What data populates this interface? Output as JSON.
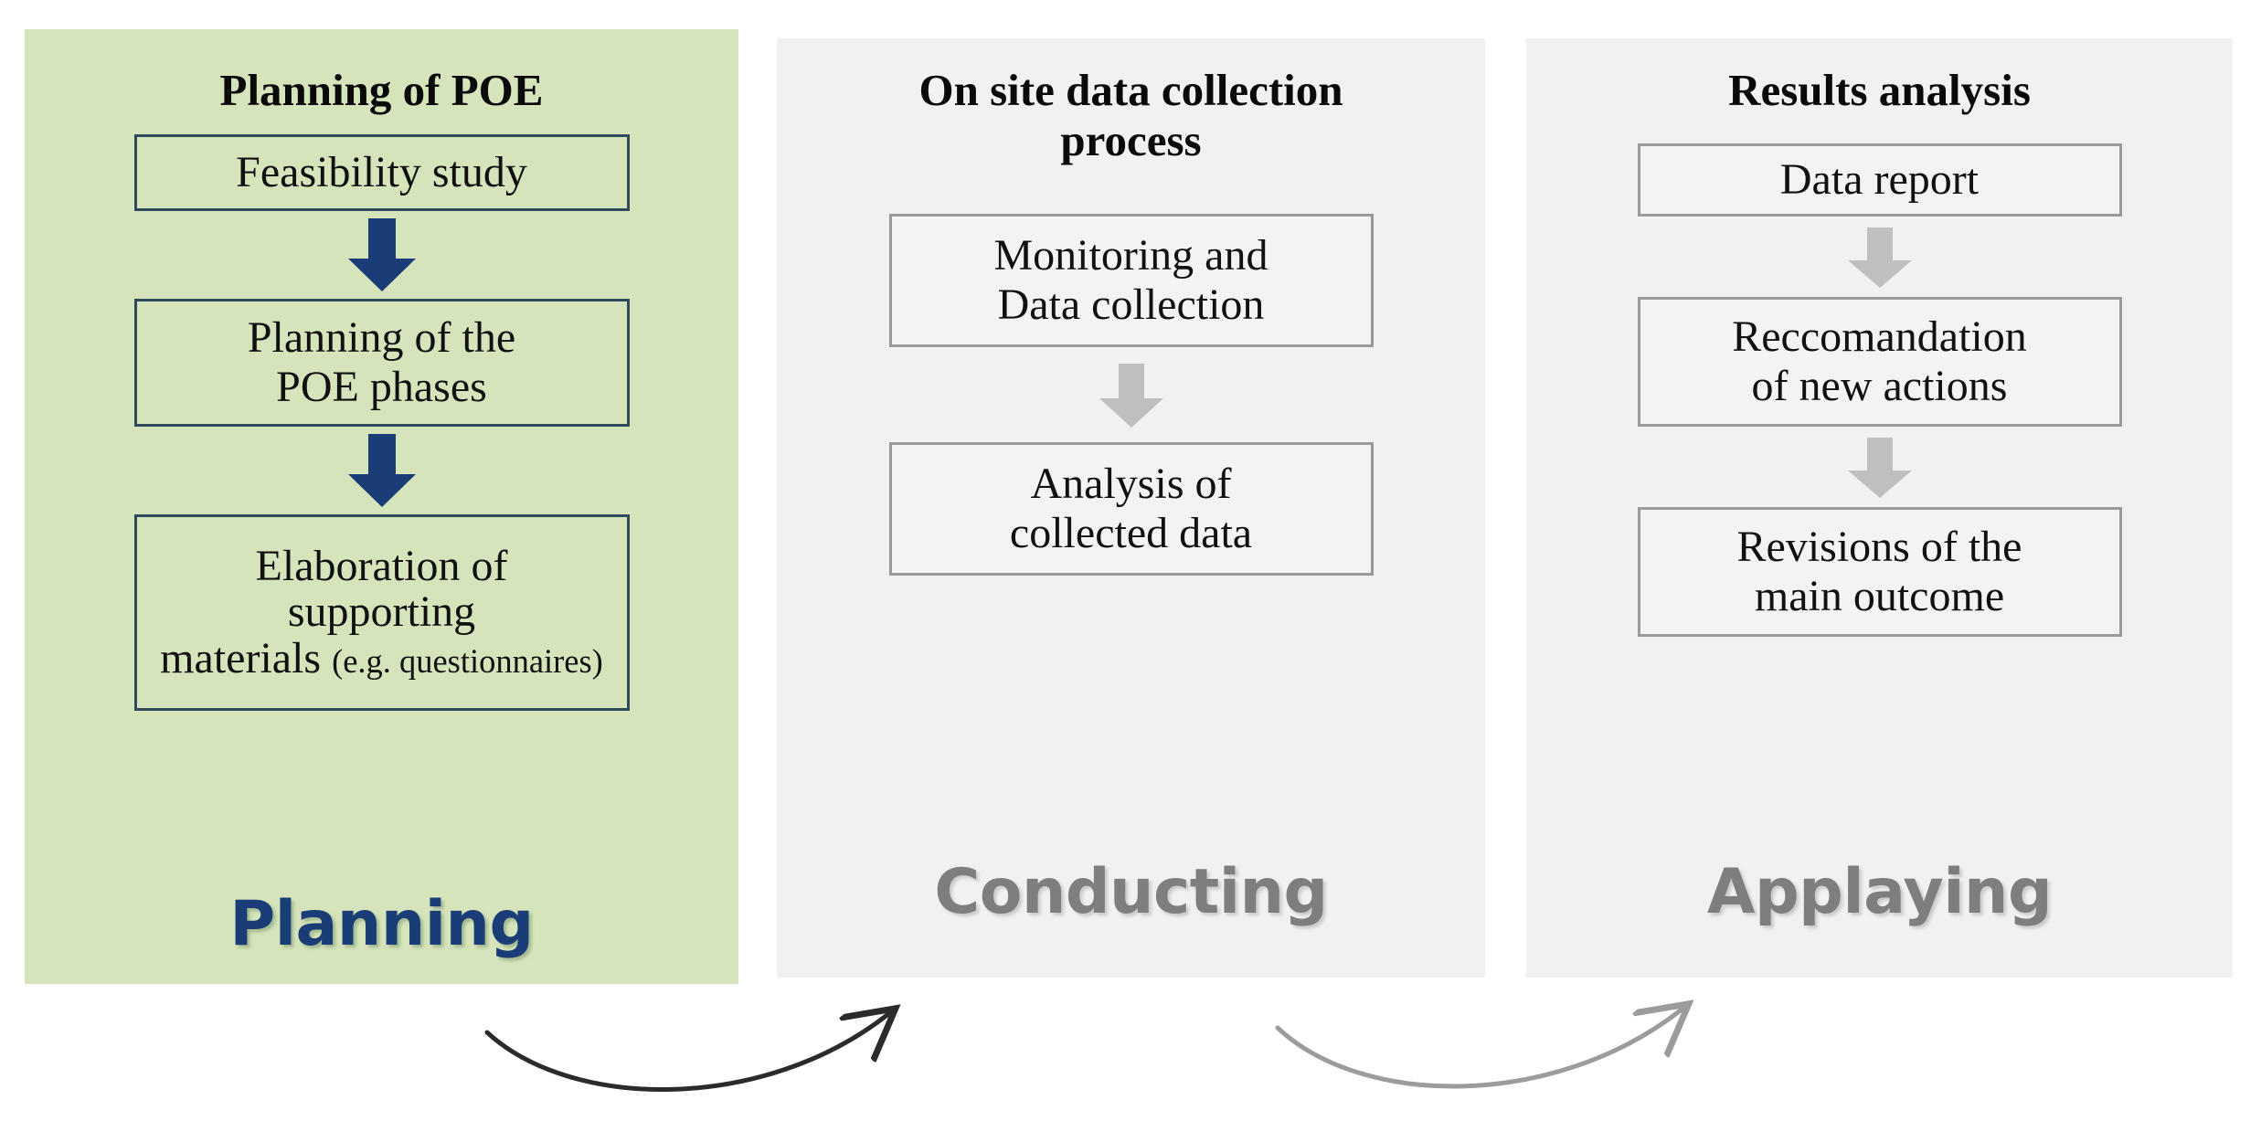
{
  "diagram": {
    "title_text": "",
    "colors": {
      "planning_panel_bg": "#D6E4BC",
      "stage_panel_bg": "#F1F1F1",
      "planning_accent": "#1B3D77",
      "planning_box_border": "#2E4A5C",
      "grey_box_border": "#9A9A9A",
      "grey_arrow": "#BFBFBF",
      "grey_stage_text": "#7E7E7E",
      "curve_dark": "#2B2B2B",
      "curve_light": "#9C9C9C"
    },
    "panels": [
      {
        "id": "planning",
        "title": "Planning of POE",
        "stage_label": "Planning",
        "steps": [
          {
            "id": "feasibility-study",
            "line1": "Feasibility study",
            "line2": "",
            "line3": "",
            "small": ""
          },
          {
            "id": "planning-poe-phases",
            "line1": "Planning of the",
            "line2": "POE phases",
            "line3": "",
            "small": ""
          },
          {
            "id": "elaboration-supporting-materials",
            "line1": "Elaboration of",
            "line2": "supporting",
            "line3": "materials",
            "small": "(e.g. questionnaires)"
          }
        ],
        "connectors": [
          {
            "id": "arrow-feasibility-to-planning",
            "icon": "down-arrow-icon",
            "color": "#1B3D77"
          },
          {
            "id": "arrow-planning-to-elaboration",
            "icon": "down-arrow-icon",
            "color": "#1B3D77"
          }
        ]
      },
      {
        "id": "conducting",
        "title": "On site data collection process",
        "stage_label": "Conducting",
        "steps": [
          {
            "id": "monitoring-data-collection",
            "line1": "Monitoring and",
            "line2": "Data collection",
            "line3": "",
            "small": ""
          },
          {
            "id": "analysis-collected-data",
            "line1": "Analysis of",
            "line2": "collected data",
            "line3": "",
            "small": ""
          }
        ],
        "connectors": [
          {
            "id": "arrow-monitoring-to-analysis",
            "icon": "down-arrow-icon",
            "color": "#BFBFBF"
          }
        ]
      },
      {
        "id": "applaying",
        "title": "Results analysis",
        "stage_label": "Applaying",
        "steps": [
          {
            "id": "data-report",
            "line1": "Data report",
            "line2": "",
            "line3": "",
            "small": ""
          },
          {
            "id": "reccomandation-new-actions",
            "line1": "Reccomandation",
            "line2": "of new actions",
            "line3": "",
            "small": ""
          },
          {
            "id": "revisions-main-outcome",
            "line1": "Revisions of the",
            "line2": "main outcome",
            "line3": "",
            "small": ""
          }
        ],
        "connectors": [
          {
            "id": "arrow-report-to-reccomandation",
            "icon": "down-arrow-icon",
            "color": "#BFBFBF"
          },
          {
            "id": "arrow-reccomandation-to-revisions",
            "icon": "down-arrow-icon",
            "color": "#BFBFBF"
          }
        ]
      }
    ],
    "flow_curves": [
      {
        "id": "curve-planning-to-conducting",
        "icon": "curved-arrow-icon",
        "from": "planning",
        "to": "conducting"
      },
      {
        "id": "curve-conducting-to-applaying",
        "icon": "curved-arrow-icon",
        "from": "conducting",
        "to": "applaying"
      }
    ]
  }
}
